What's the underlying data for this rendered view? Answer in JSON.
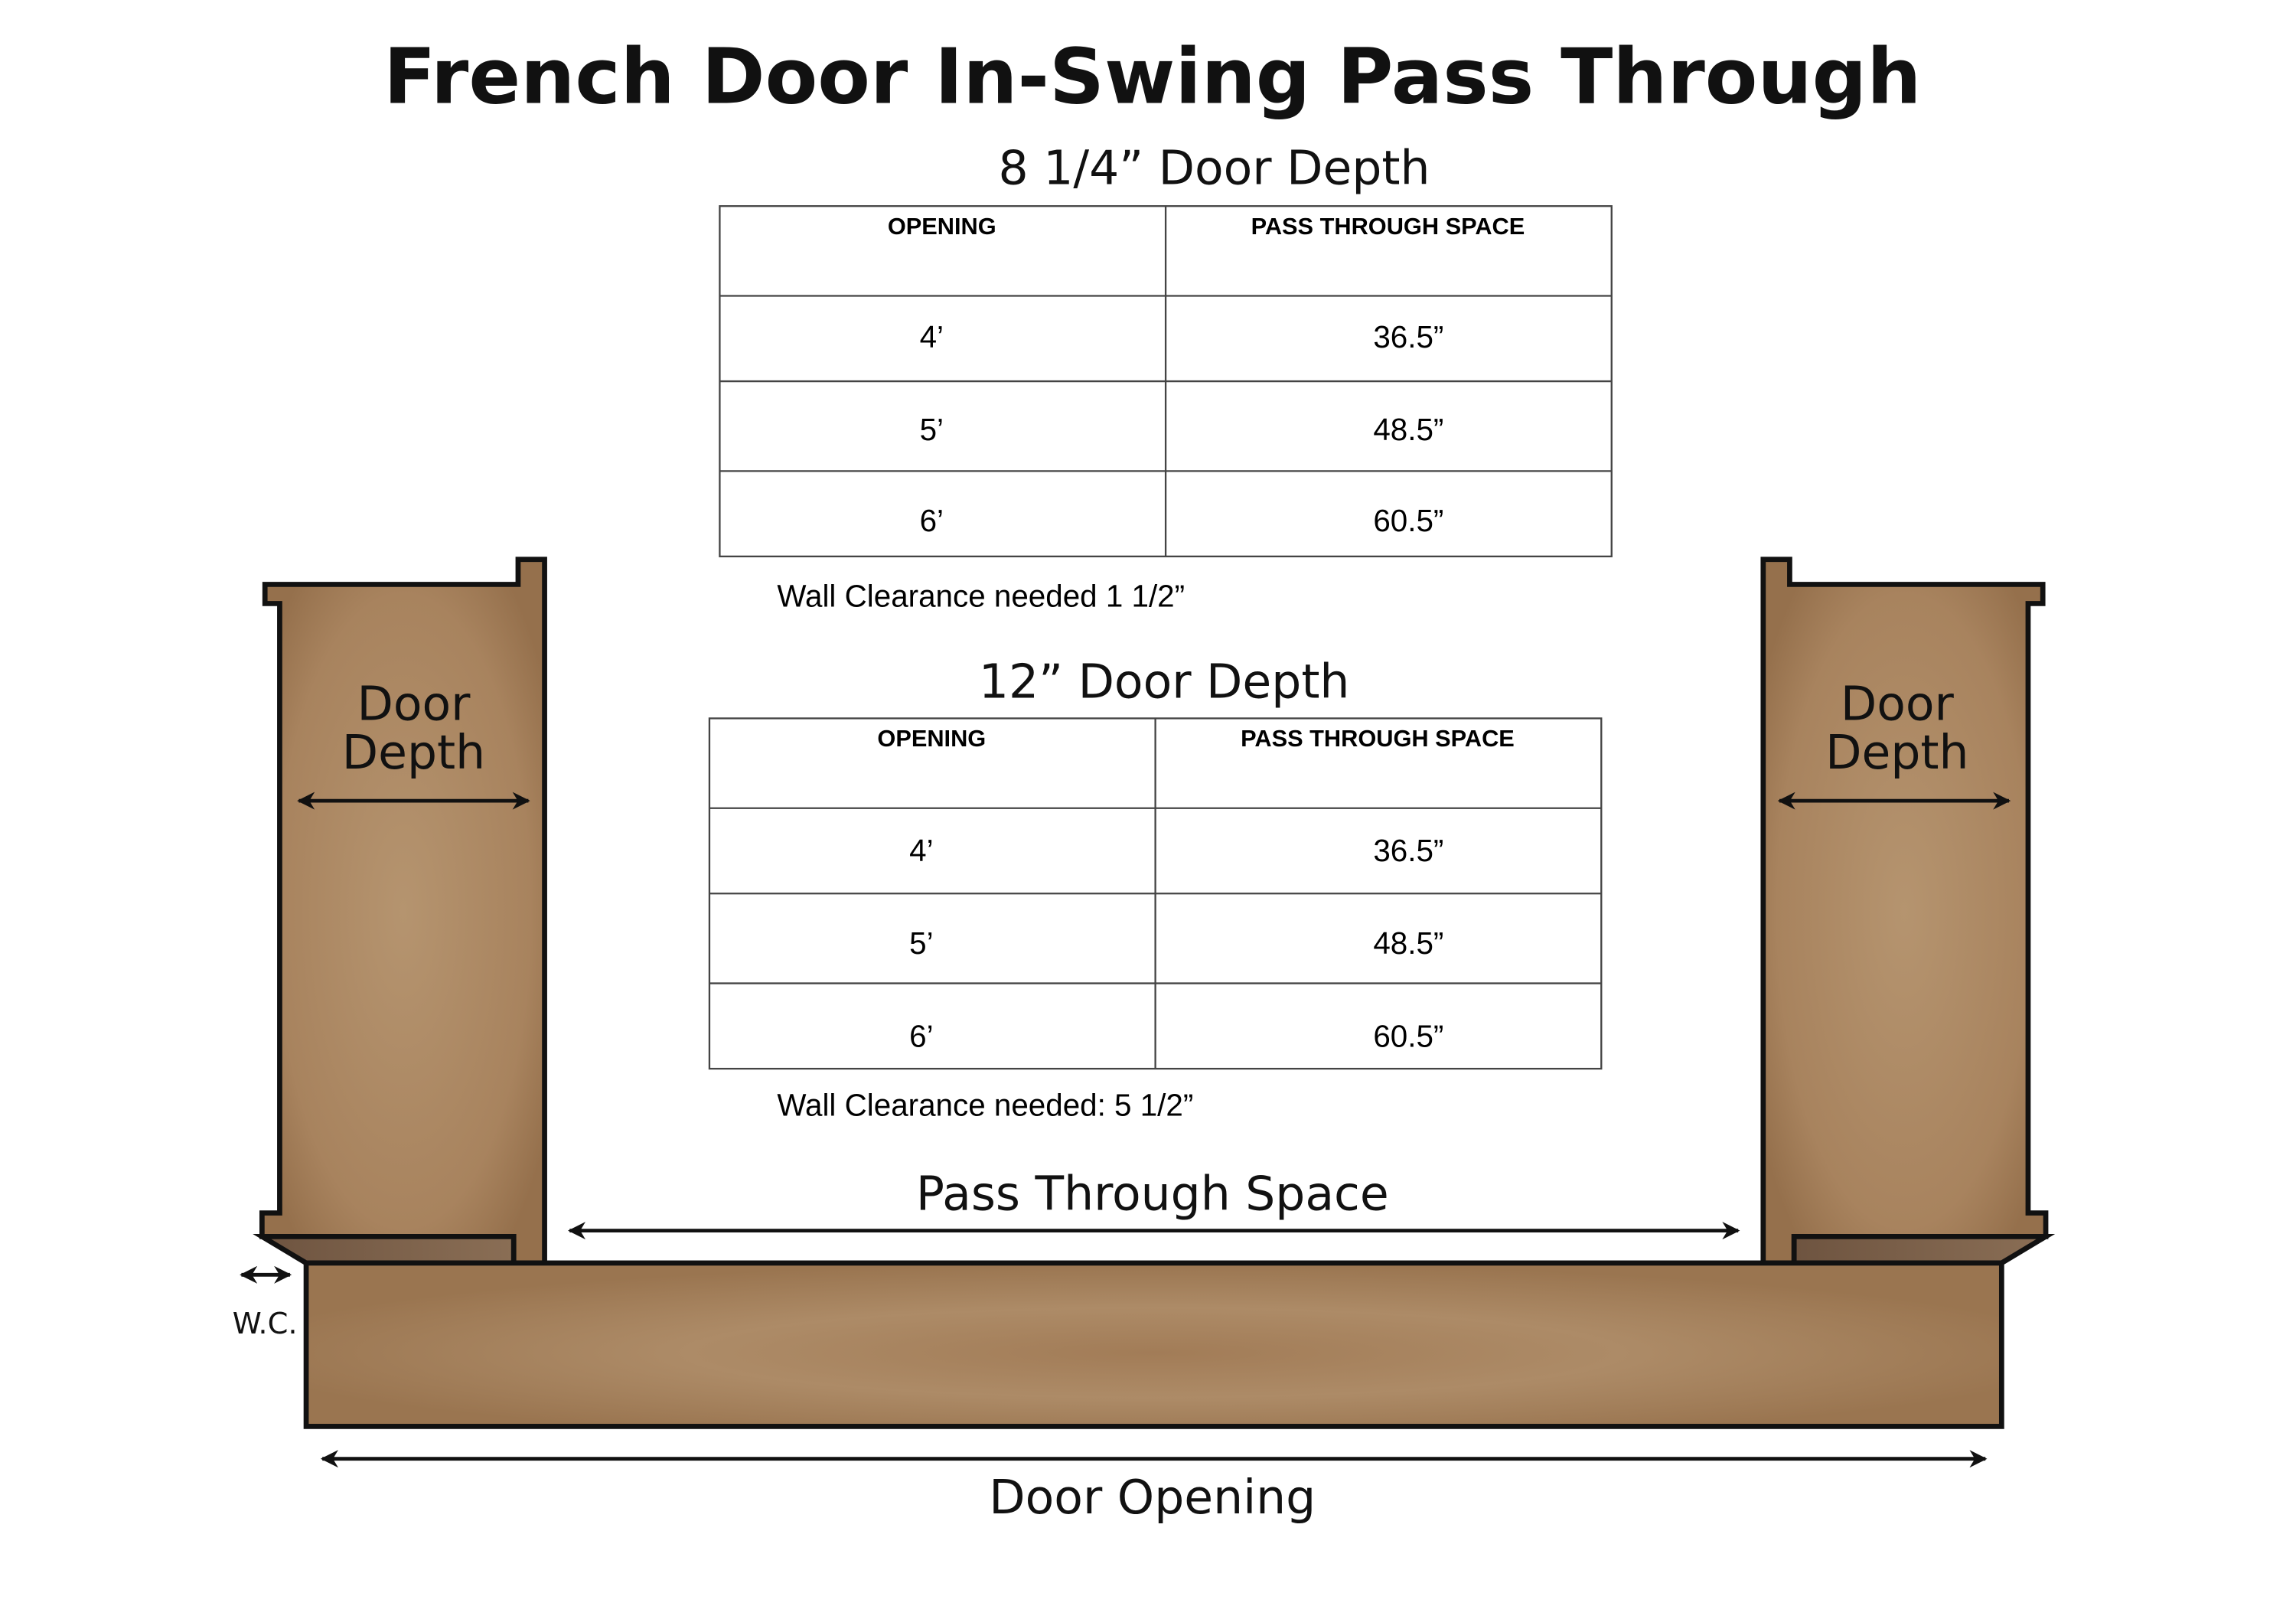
{
  "title": "French Door In-Swing Pass Through",
  "tables": [
    {
      "heading": "8 1/4” Door Depth",
      "columns": [
        "OPENING",
        "PASS THROUGH SPACE"
      ],
      "rows": [
        [
          "4’",
          "36.5”"
        ],
        [
          "5’",
          "48.5”"
        ],
        [
          "6’",
          "60.5”"
        ]
      ],
      "note": "Wall Clearance needed 1 1/2”"
    },
    {
      "heading": "12” Door Depth",
      "columns": [
        "OPENING",
        "PASS THROUGH SPACE"
      ],
      "rows": [
        [
          "4’",
          "36.5”"
        ],
        [
          "5’",
          "48.5”"
        ],
        [
          "6’",
          "60.5”"
        ]
      ],
      "note": "Wall Clearance needed: 5 1/2”"
    }
  ],
  "diagram": {
    "door_depth_line1": "Door",
    "door_depth_line2": "Depth",
    "pass_through_label": "Pass Through Space",
    "door_opening_label": "Door Opening",
    "wall_clearance_label": "W.C.",
    "colors": {
      "wood_light": "#b5946f",
      "wood_dark": "#9a7550",
      "wood_shadow": "#7a5e45",
      "outline": "#111111"
    }
  }
}
